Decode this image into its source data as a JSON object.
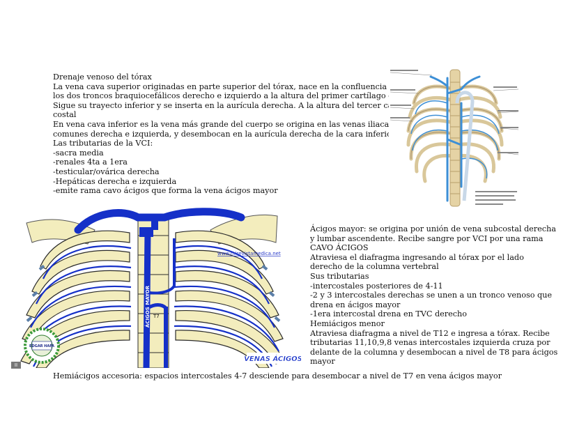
{
  "intro": {
    "lines": [
      "Drenaje venoso del tórax",
      "La vena cava superior originadas en parte superior del tórax, nace en la confluencia entre",
      "los dos troncos braquiocefálicos derecho e izquierdo a la altura del primer cartílago costal.",
      "Sigue su trayecto inferior y se inserta en la aurícula derecha. A la altura del tercer cartílago",
      "costal",
      "En vena cava inferior es la vena más grande del cuerpo se origina en las venas iliacas",
      "comunes derecha e izquierda, y desembocan en la aurícula derecha de la cara inferior.",
      "Las tributarias de la VCI:",
      "-sacra media",
      "-renales 4ta a 1era",
      "-testicular/ovárica derecha",
      "-Hepáticas derecha e izquierda",
      "-emite rama cavo ácigos que forma la vena ácigos mayor"
    ]
  },
  "right": {
    "lines": [
      "Ácigos mayor: se origina por unión de vena subcostal derecha",
      "y lumbar ascendente. Recibe sangre por VCI por una rama",
      "CAVO ÁCIGOS",
      "Atraviesa el diafragma ingresando al tórax por el lado",
      "derecho de la columna vertebral",
      "Sus tributarias",
      "-intercostales posteriores de 4-11",
      "-2 y 3 intercostales derechas se unen a un tronco venoso que",
      "drena en ácigos mayor",
      "-1era intercostal drena en TVC derecho",
      "Hemiácigos menor",
      "Atraviesa diafragma a nivel de T12 e ingresa a tórax. Recibe",
      "tributarias 11,10,9,8 venas intercostales izquierda cruza por",
      "delante de la columna y desembocan a nivel de T8 para ácigos",
      "mayor"
    ]
  },
  "footer": {
    "text": "Hemiácigos accesoria: espacios intercostales 4-7 desciende para desembocar a nivel de T7 en vena ácigos mayor"
  },
  "figure": {
    "url_text": "www.mirevistamedica.net",
    "title_text": "VENAS ÁCIGOS",
    "vertical_label": "ÁCIGOS MAYOR",
    "vertebra_label": "T7",
    "logo_text": "EDGAR HAFA",
    "vein_color": "#1530c8",
    "bone_color": "#f3edbd"
  }
}
